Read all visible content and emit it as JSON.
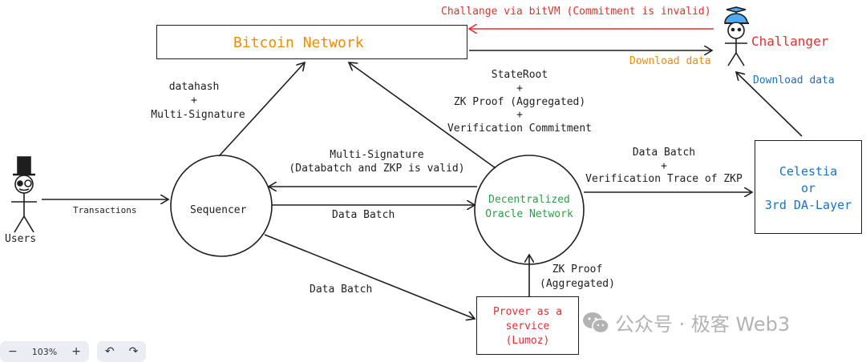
{
  "nodes": {
    "bitcoin": "Bitcoin Network",
    "challanger": "Challanger",
    "users": "Users",
    "sequencer": "Sequencer",
    "oracle_line1": "Decentralized",
    "oracle_line2": "Oracle Network",
    "celestia_line1": "Celestia",
    "celestia_line2": "or",
    "celestia_line3": "3rd DA-Layer",
    "prover_line1": "Prover as a",
    "prover_line2": "service",
    "prover_line3": "(Lumoz)"
  },
  "edges": {
    "challenge": "Challange via bitVM (Commitment is invalid)",
    "download_btc": "Download data",
    "download_da": "Download data",
    "seq_to_btc_1": "datahash",
    "seq_to_btc_2": "+",
    "seq_to_btc_3": "Multi-Signature",
    "oracle_to_btc_1": "StateRoot",
    "oracle_to_btc_2": "+",
    "oracle_to_btc_3": "ZK Proof (Aggregated)",
    "oracle_to_btc_4": "+",
    "oracle_to_btc_5": "Verification Commitment",
    "multisig_1": "Multi-Signature",
    "multisig_2": "(Databatch and ZKP is valid)",
    "transactions": "Transactions",
    "data_batch_oracle": "Data Batch",
    "data_batch_prover": "Data Batch",
    "to_da_1": "Data Batch",
    "to_da_2": "+",
    "to_da_3": "Verification Trace of ZKP",
    "zk_1": "ZK Proof",
    "zk_2": "(Aggregated)"
  },
  "colors": {
    "orange": "#f08c00",
    "red": "#e03131",
    "green": "#2f9e44",
    "blue": "#1971c2",
    "ink": "#1e1e1e"
  },
  "toolbar": {
    "zoom_out": "−",
    "zoom_level": "103%",
    "zoom_in": "+",
    "undo": "↶",
    "redo": "↷"
  },
  "watermark": "公众号 · 极客 Web3"
}
